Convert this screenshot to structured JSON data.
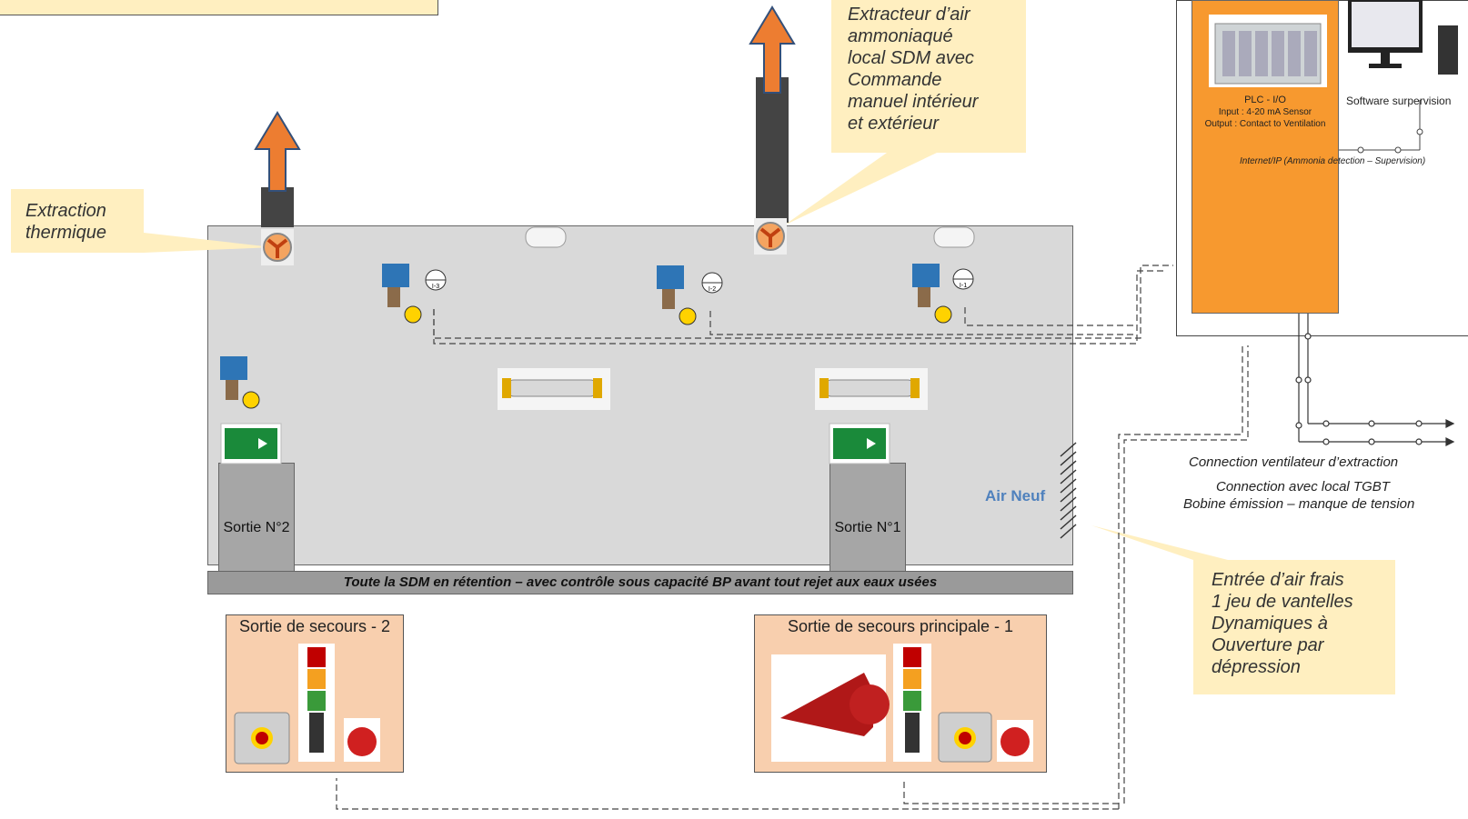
{
  "callouts": {
    "extraction": "Extraction\nthermique",
    "extracteur": "Extracteur d’air\nammoniaqué\nlocal SDM avec\nCommande\nmanuel intérieur\net extérieur",
    "entree_air": "Entrée d’air frais\n1 jeu de vantelles\nDynamiques à\nOuverture par\ndépression"
  },
  "room": {
    "base_label": "Toute la SDM en rétention – avec contrôle sous capacité BP avant tout rejet aux eaux usées",
    "door_2": "Sortie N°2",
    "door_1": "Sortie N°1",
    "air_neuf": "Air Neuf",
    "sensor_tags": [
      "I-3",
      "I-2",
      "I-1"
    ]
  },
  "exits": {
    "exit_2_title": "Sortie de secours - 2",
    "exit_1_title": "Sortie de secours principale - 1"
  },
  "control": {
    "plc_title": "PLC - I/O",
    "plc_input": "Input : 4-20 mA Sensor",
    "plc_output": "Output : Contact to Ventilation",
    "software": "Software surpervision",
    "network": "Internet/IP (Ammonia detection – Supervision)"
  },
  "connections": {
    "line1": "Connection ventilateur d’extraction",
    "line2": "Connection avec local TGBT",
    "line3": "Bobine émission – manque de tension"
  },
  "colors": {
    "arrow": "#ed7d31",
    "plc": "#f7992f",
    "callout": "#ffefc0",
    "air_neuf": "#4f81bd"
  }
}
